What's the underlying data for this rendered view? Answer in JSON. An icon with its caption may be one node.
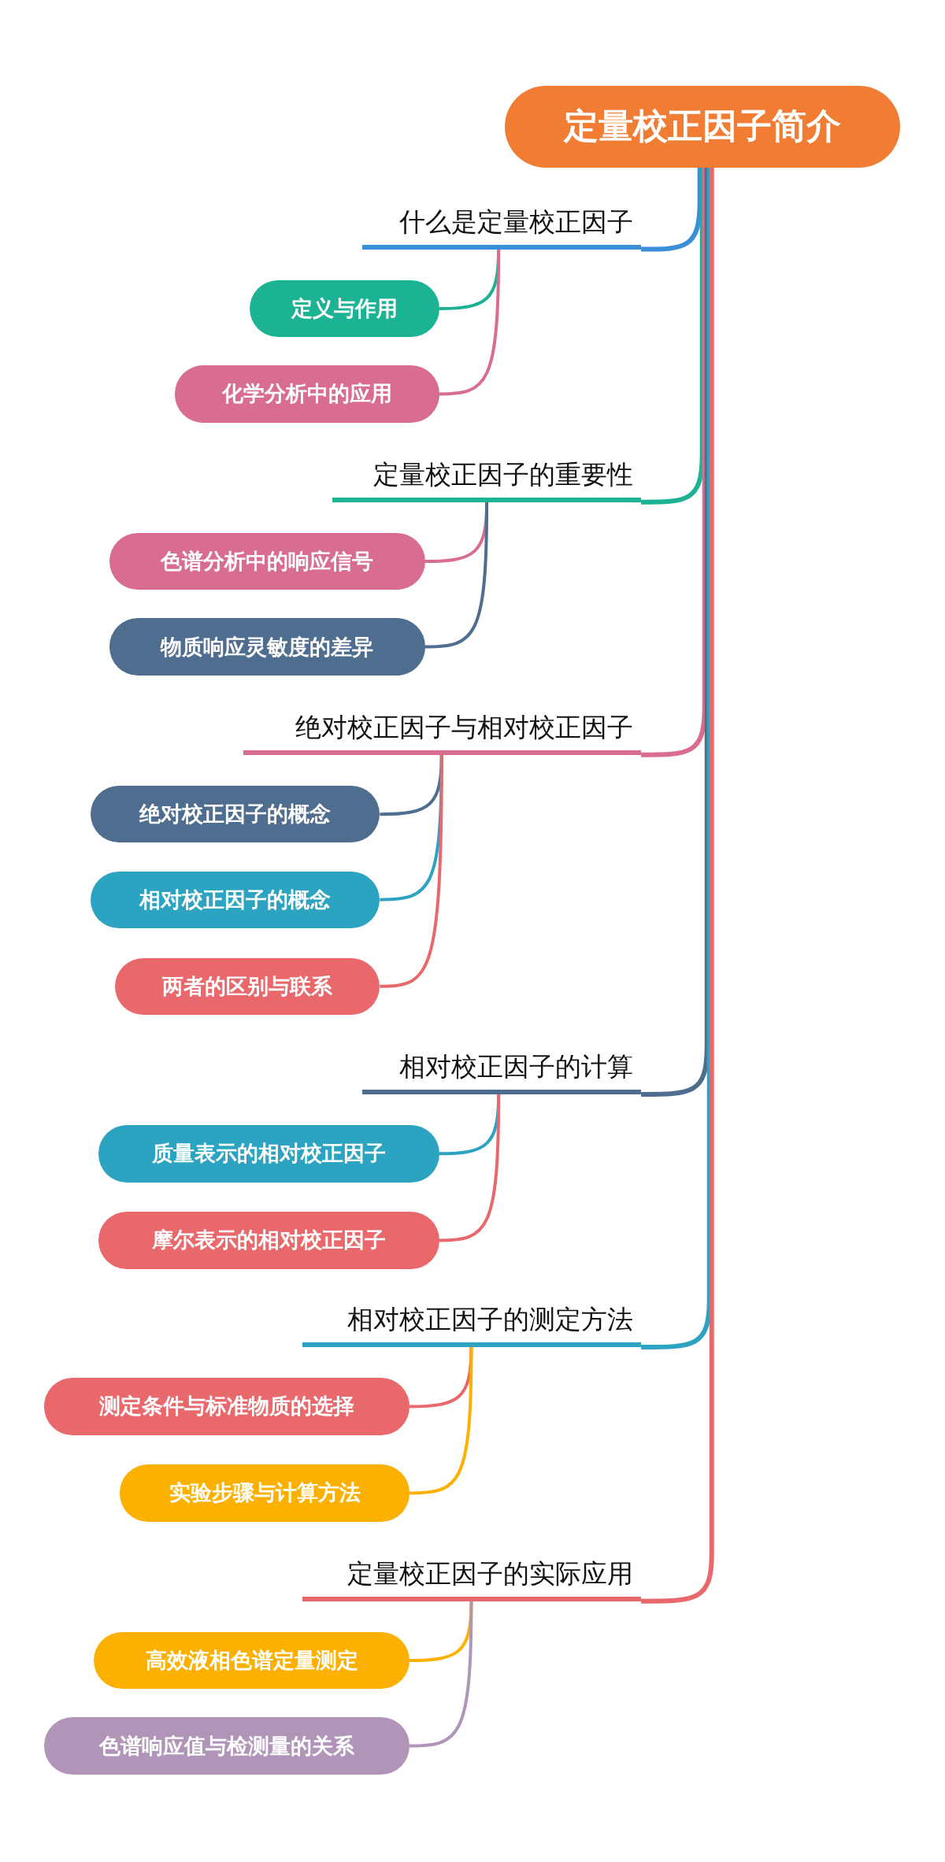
{
  "diagram": {
    "nodes": [
      {
        "text": [
          "定量校正因子简介"
        ]
      },
      {
        "text": [
          "什么是定量校正因子"
        ]
      },
      {
        "text": [
          "定义与作用"
        ]
      },
      {
        "text": [
          "化学分析中的应用"
        ]
      },
      {
        "text": [
          "定量校正因子的重要性"
        ]
      },
      {
        "text": [
          "色谱分析中的响应信号"
        ]
      },
      {
        "text": [
          "物质响应灵敏度的差异"
        ]
      },
      {
        "text": [
          "绝对校正因子与相对校正因子"
        ]
      },
      {
        "text": [
          "绝对校正因子的概念"
        ]
      },
      {
        "text": [
          "相对校正因子的概念"
        ]
      },
      {
        "text": [
          "两者的区别与联系"
        ]
      },
      {
        "text": [
          "相对校正因子的计算"
        ]
      },
      {
        "text": [
          "质量表示的相对校正因子"
        ]
      },
      {
        "text": [
          "摩尔表示的相对校正因子"
        ]
      },
      {
        "text": [
          "相对校正因子的测定方法"
        ]
      },
      {
        "text": [
          "测定条件与标准物质的选择"
        ]
      },
      {
        "text": [
          "实验步骤与计算方法"
        ]
      },
      {
        "text": [
          "定量校正因子的实际应用"
        ]
      },
      {
        "text": [
          "高效液相色谱定量测定"
        ]
      },
      {
        "text": [
          "色谱响应值与检测量的关系"
        ]
      }
    ],
    "edges": [
      {
        "from": 0,
        "to": 1,
        "arrow": "none",
        "color": "#3a8fd9"
      },
      {
        "from": 0,
        "to": 4,
        "arrow": "none",
        "color": "#1bb394"
      },
      {
        "from": 0,
        "to": 7,
        "arrow": "none",
        "color": "#d96d8f"
      },
      {
        "from": 0,
        "to": 11,
        "arrow": "none",
        "color": "#4e6d8f"
      },
      {
        "from": 0,
        "to": 14,
        "arrow": "none",
        "color": "#2ba3c1"
      },
      {
        "from": 0,
        "to": 17,
        "arrow": "none",
        "color": "#e8686b"
      },
      {
        "from": 1,
        "to": 2,
        "arrow": "none",
        "color": "#1bb394"
      },
      {
        "from": 1,
        "to": 3,
        "arrow": "none",
        "color": "#d96d8f"
      },
      {
        "from": 4,
        "to": 5,
        "arrow": "none",
        "color": "#d96d8f"
      },
      {
        "from": 4,
        "to": 6,
        "arrow": "none",
        "color": "#4e6d8f"
      },
      {
        "from": 7,
        "to": 8,
        "arrow": "none",
        "color": "#4e6d8f"
      },
      {
        "from": 7,
        "to": 9,
        "arrow": "none",
        "color": "#2ba3c1"
      },
      {
        "from": 7,
        "to": 10,
        "arrow": "none",
        "color": "#e8686b"
      },
      {
        "from": 11,
        "to": 12,
        "arrow": "none",
        "color": "#2ba3c1"
      },
      {
        "from": 11,
        "to": 13,
        "arrow": "none",
        "color": "#e8686b"
      },
      {
        "from": 14,
        "to": 15,
        "arrow": "none",
        "color": "#e8686b"
      },
      {
        "from": 14,
        "to": 16,
        "arrow": "none",
        "color": "#fcb100"
      },
      {
        "from": 17,
        "to": 18,
        "arrow": "none",
        "color": "#fcb100"
      },
      {
        "from": 17,
        "to": 19,
        "arrow": "none",
        "color": "#b195b8"
      }
    ]
  }
}
